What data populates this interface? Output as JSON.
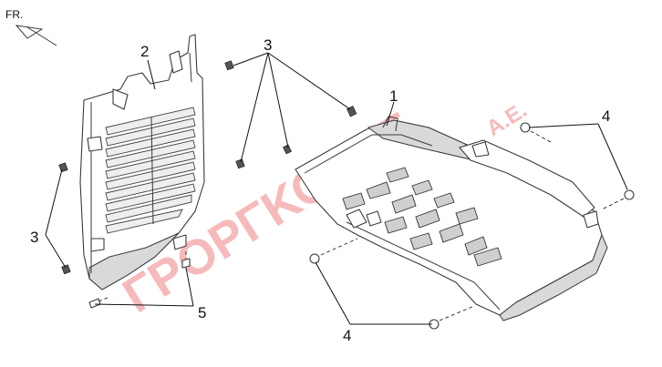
{
  "orientation_label": "FR.",
  "watermark": {
    "text": "ΓΡΟΡΓΚΟΛΗΣ",
    "suffix": "Α.Ε.",
    "color": "#e63c3c"
  },
  "callouts": [
    "1",
    "2",
    "3",
    "3",
    "4",
    "4",
    "5"
  ],
  "colors": {
    "line": "#3a3a3a",
    "shade": "#d9d9d9",
    "text": "#111111"
  }
}
